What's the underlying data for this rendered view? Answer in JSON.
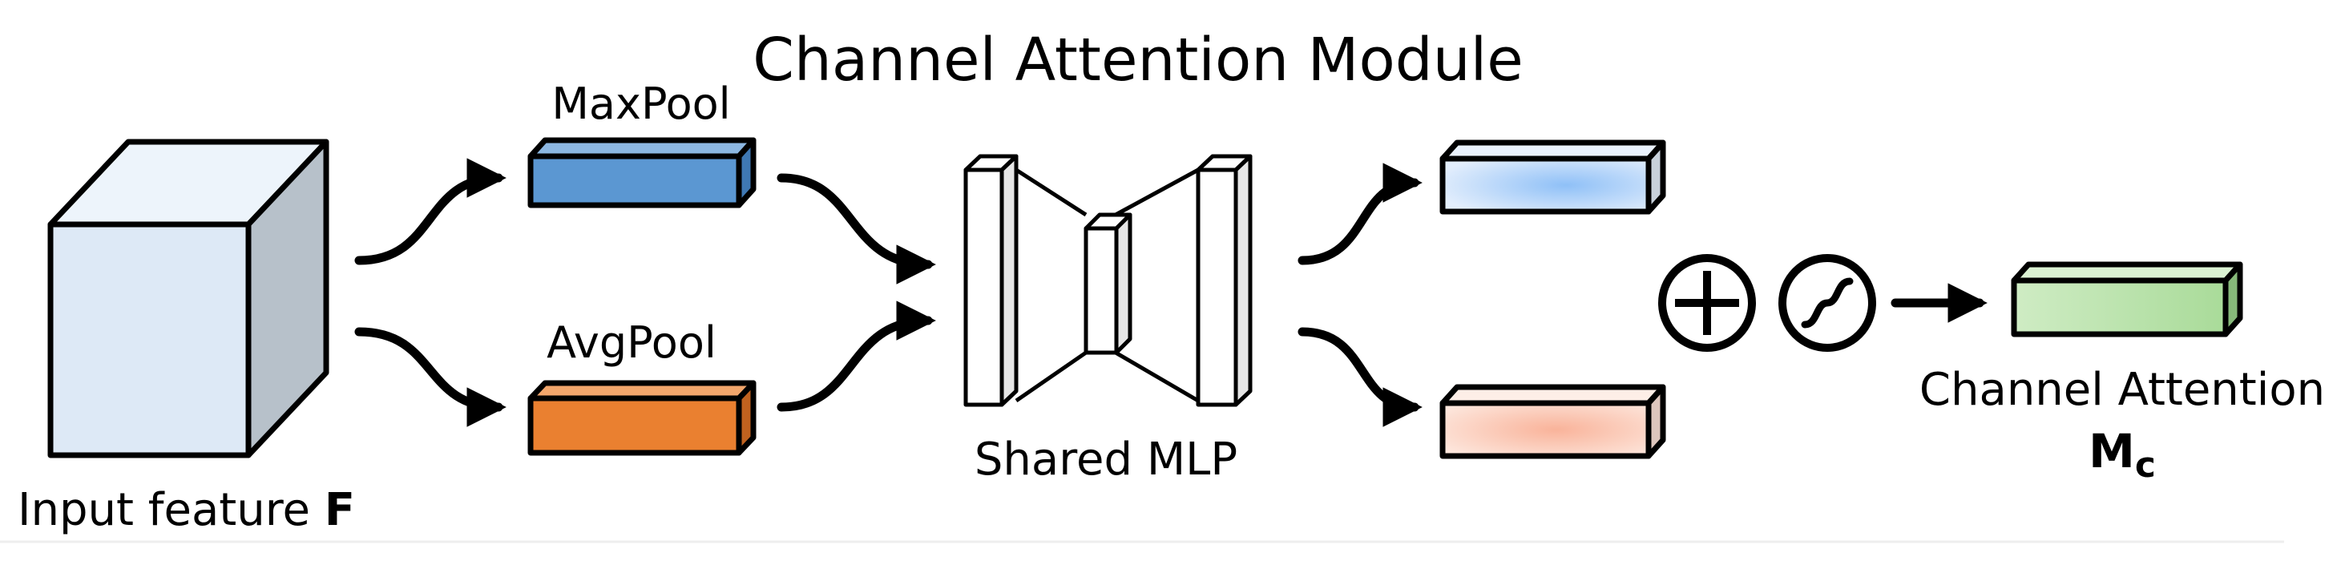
{
  "title": "Channel Attention Module",
  "input": {
    "label": "Input feature",
    "symbol": "F"
  },
  "pools": {
    "max": {
      "label": "MaxPool"
    },
    "avg": {
      "label": "AvgPool"
    }
  },
  "mlp": {
    "label": "Shared MLP"
  },
  "output": {
    "label": "Channel Attention",
    "symbol": "M",
    "subscript": "c"
  },
  "operators": {
    "sum": "element-wise-sum-icon",
    "sigmoid": "sigmoid-icon"
  },
  "colors": {
    "cube_front": "#dde9f6",
    "cube_top": "#edf4fb",
    "cube_side": "#b7c1ca",
    "maxpool": "#5b97d2",
    "avgpool": "#ea8030",
    "out_blue": "#c1dbfa",
    "out_orange": "#fbd3c2",
    "out_green": "#b9e3ad"
  }
}
